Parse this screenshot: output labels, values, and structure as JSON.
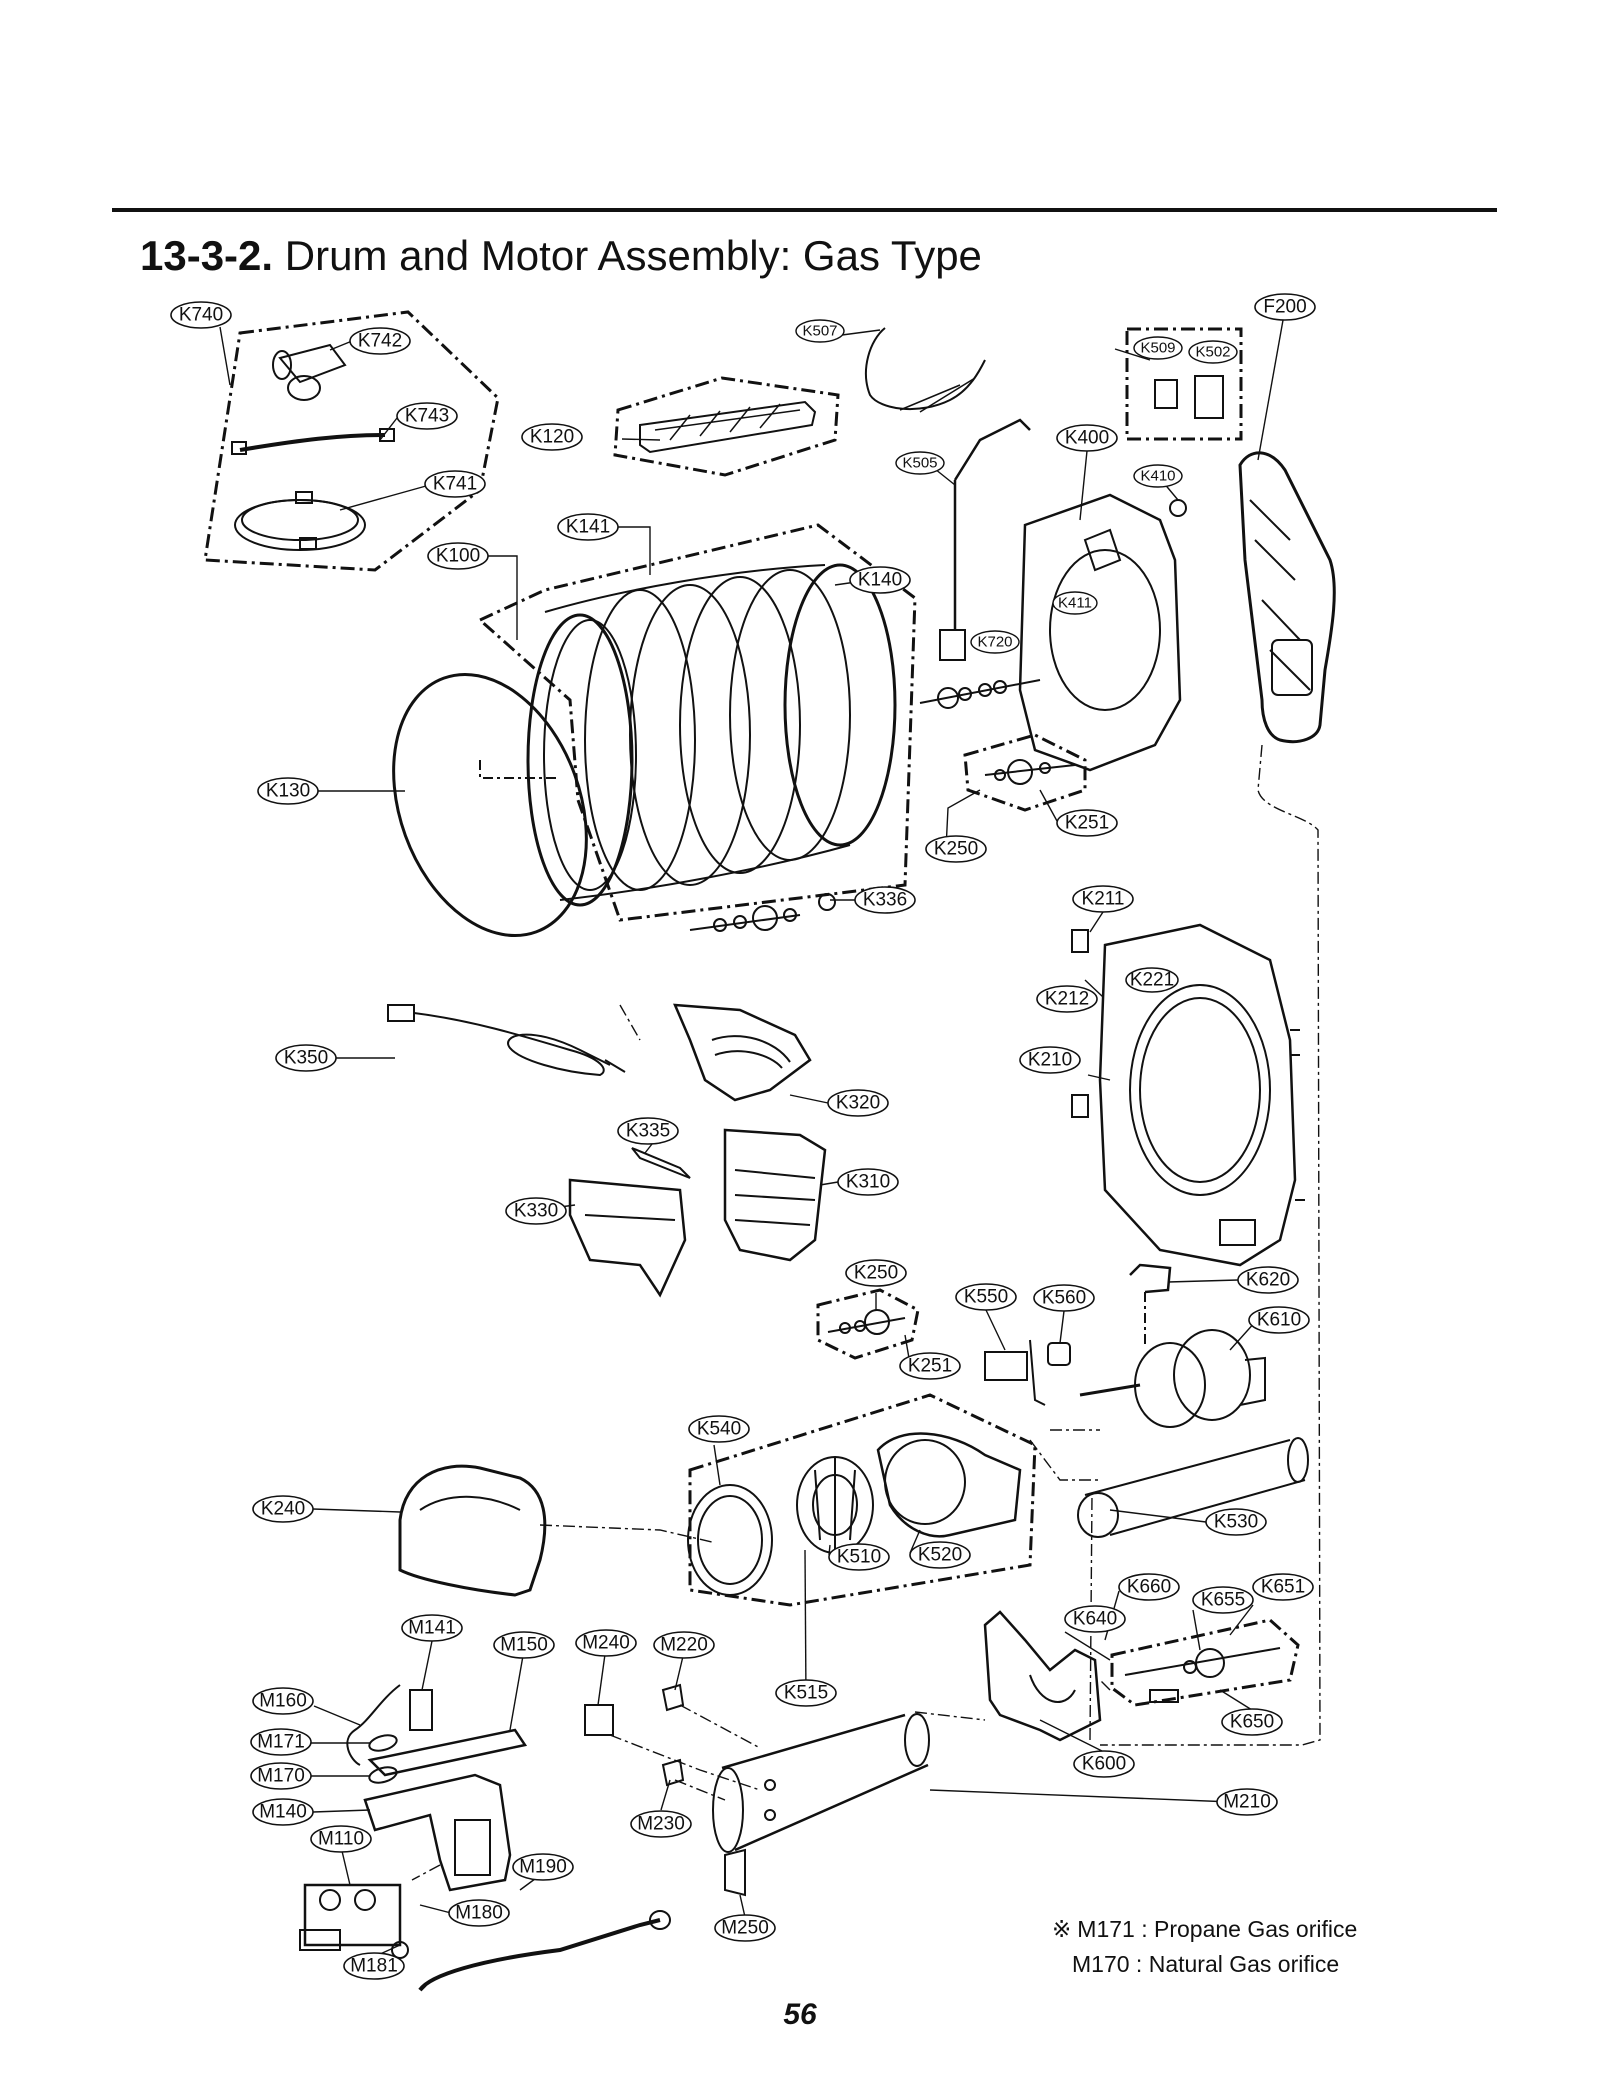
{
  "header": {
    "section_number": "13-3-2.",
    "section_title": "Drum and Motor Assembly: Gas Type"
  },
  "callouts": {
    "K740": "K740",
    "K742": "K742",
    "K743": "K743",
    "K741": "K741",
    "K507": "K507",
    "K509": "K509",
    "K502": "K502",
    "F200": "F200",
    "K120": "K120",
    "K400": "K400",
    "K505": "K505",
    "K410": "K410",
    "K141": "K141",
    "K100": "K100",
    "K140": "K140",
    "K411": "K411",
    "K720": "K720",
    "K130": "K130",
    "K251a": "K251",
    "K250a": "K250",
    "K336": "K336",
    "K211": "K211",
    "K221": "K221",
    "K212": "K212",
    "K350": "K350",
    "K210": "K210",
    "K320": "K320",
    "K335": "K335",
    "K310": "K310",
    "K330": "K330",
    "K250b": "K250",
    "K550": "K550",
    "K560": "K560",
    "K620": "K620",
    "K610": "K610",
    "K251b": "K251",
    "K540": "K540",
    "K240": "K240",
    "K530": "K530",
    "K510": "K510",
    "K520": "K520",
    "K660": "K660",
    "K655": "K655",
    "K651": "K651",
    "K640": "K640",
    "M141": "M141",
    "M150": "M150",
    "M240": "M240",
    "M220": "M220",
    "K515": "K515",
    "M160": "M160",
    "M171": "M171",
    "K650": "K650",
    "M170": "M170",
    "K600": "K600",
    "M140": "M140",
    "M210": "M210",
    "M110": "M110",
    "M230": "M230",
    "M190": "M190",
    "M180": "M180",
    "M250": "M250",
    "M181": "M181"
  },
  "notes": {
    "symbol": "※",
    "line1": "M171 : Propane Gas orifice",
    "line2": "M170 : Natural Gas orifice"
  },
  "page": {
    "number": "56"
  }
}
